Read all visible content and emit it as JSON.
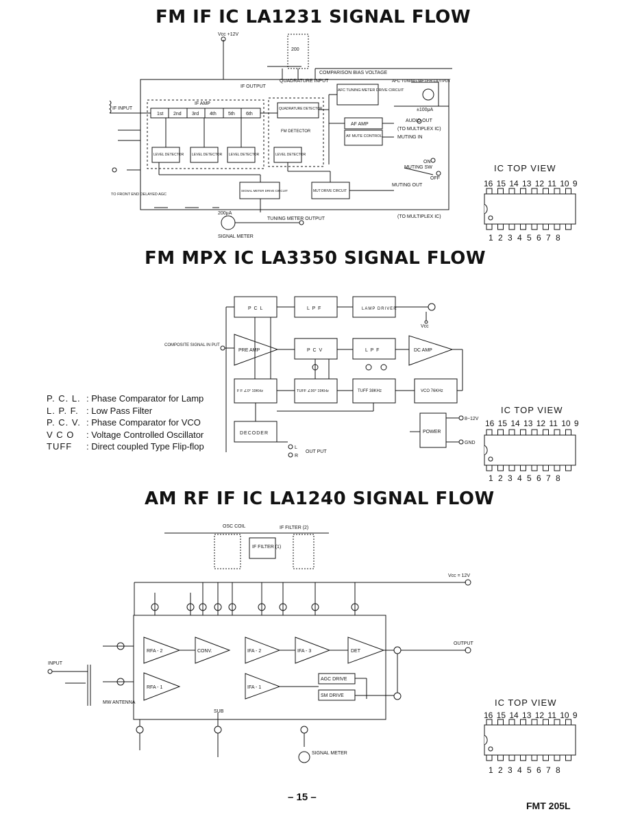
{
  "titles": {
    "fm_if": "FM IF IC LA1231 SIGNAL FLOW",
    "fm_mpx": "FM MPX IC LA3350 SIGNAL FLOW",
    "am_rf": "AM RF IF IC LA1240 SIGNAL FLOW"
  },
  "ic_top_view": {
    "label": "IC TOP VIEW",
    "top_pins": "16 15 14 13 12 11 10 9",
    "bottom_pins": "1 2 3 4 5 6 7 8"
  },
  "fm_if": {
    "vcc": "Vcc +12V",
    "if_input": "IF INPUT",
    "if_output": "IF OUTPUT",
    "if_amp": "IF AMP",
    "stages": [
      "1st",
      "2nd",
      "3rd",
      "4th",
      "5th",
      "6th"
    ],
    "quadrature_input": "QUADRATURE INPUT",
    "comparison_bias": "COMPARISON BIAS VOLTAGE",
    "afc_tuning_block": "AFC TUNING METER DRIVE CIRCUIT",
    "afc_tuning_output": "AFC TUNING METER OUTPUT",
    "current": "±100μA",
    "quad_detector": "QUADRATURE DETECTOR",
    "fm_detector": "FM DETECTOR",
    "af_amp": "AF AMP",
    "af_mute": "AF MUTE CONTROL",
    "audio_out": "AUDIO OUT",
    "to_multiplex": "(TO MULTIPLEX IC)",
    "muting_in": "MUTING IN",
    "on": "ON",
    "off": "OFF",
    "muting_sw": "MUTING SW",
    "muting_out": "MUTING OUT",
    "level_detector": "LEVEL DETECTOR",
    "signal_meter_drive": "SIGNAL METER DRIVE CIRCUIT",
    "mut_drive": "MUT DRIVE CIRCUIT",
    "to_front_end": "TO FRONT END DELAYED AGC",
    "meter_current": "200μA",
    "signal_meter": "SIGNAL METER",
    "tuning_meter_output": "TUNING METER OUTPUT",
    "component_200": "200",
    "pins": [
      "1",
      "2",
      "3",
      "4",
      "5",
      "6",
      "7",
      "8",
      "9",
      "10",
      "11",
      "12",
      "13",
      "14",
      "15",
      "16"
    ]
  },
  "fm_mpx": {
    "pcl": "P C L",
    "lpf": "L P F",
    "lamp_driver": "LAMP DRIVER",
    "vcc": "Vcc",
    "composite_signal": "COMPOSITE SIGNAL IN PUT",
    "pre_amp": "PRE AMP",
    "pcv": "P C V",
    "dc_amp": "DC AMP",
    "ff": "F F ∠0° 19KHz",
    "tuff90": "TUFF ∠90° 19KHz",
    "tuff38": "TUFF 38KHz",
    "vco": "VCO 76KHz",
    "decoder": "DECODER",
    "power": "POWER",
    "supply": "8~12V",
    "gnd": "GND",
    "out_put": "OUT PUT",
    "l": "L",
    "r": "R",
    "legend": [
      {
        "abbr": "P. C. L.",
        "desc": ": Phase Comparator for Lamp"
      },
      {
        "abbr": "L. P. F.",
        "desc": ": Low Pass Filter"
      },
      {
        "abbr": "P. C. V.",
        "desc": ": Phase Comparator for VCO"
      },
      {
        "abbr": "V C O",
        "desc": ": Voltage Controlled Oscillator"
      },
      {
        "abbr": "TUFF",
        "desc": ": Direct coupled Type Flip-flop"
      }
    ]
  },
  "am_rf": {
    "osc_coil": "OSC COIL",
    "if_filter_2": "IF FILTER (2)",
    "if_filter_1": "IF FILTER (1)",
    "vcc": "Vcc = 12V",
    "input": "INPUT",
    "mw_antenna": "MW ANTENNA",
    "rfa2": "RFA - 2",
    "rfa1": "RFA - 1",
    "conv": "CONV.",
    "ifa2": "IFA - 2",
    "ifa3": "IFA - 3",
    "ifa1": "IFA - 1",
    "det": "DET",
    "agc_drive": "AGC DRIVE",
    "sm_drive": "SM DRIVE",
    "output": "OUTPUT",
    "sub": "SUB",
    "signal_meter": "SIGNAL METER"
  },
  "footer": {
    "page": "– 15 –",
    "model": "FMT 205L"
  }
}
